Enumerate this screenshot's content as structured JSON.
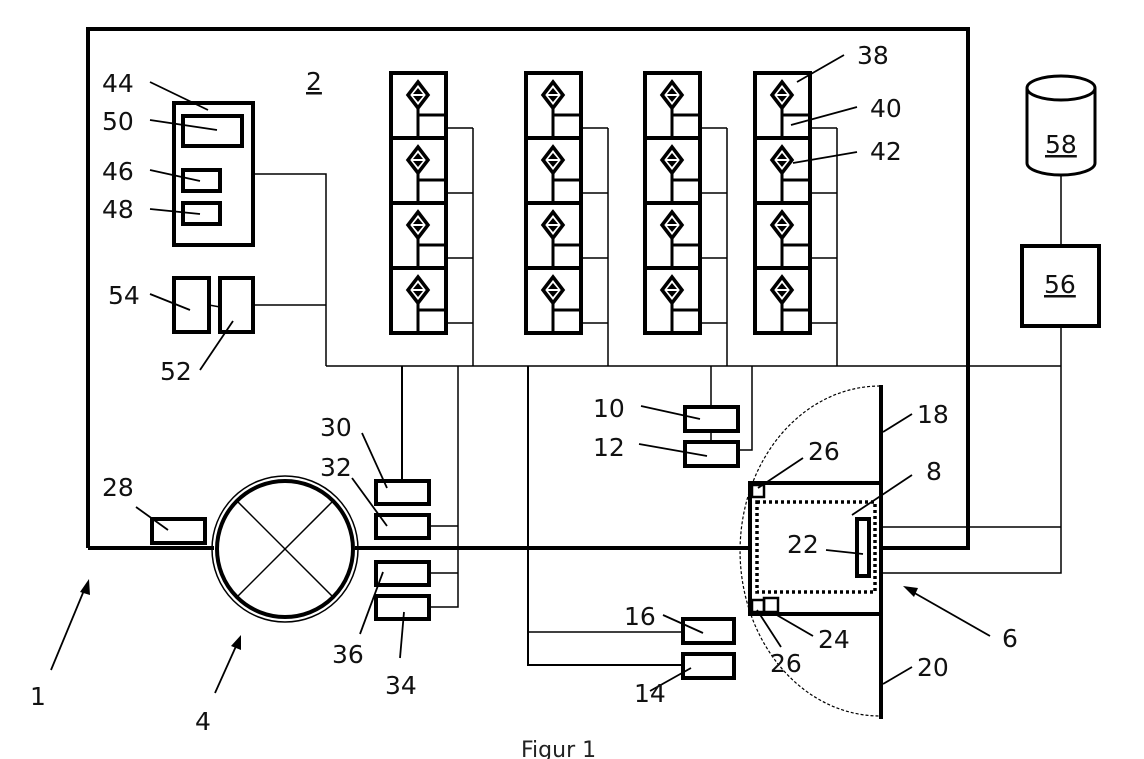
{
  "figure": {
    "caption": "Figur 1",
    "reference_numerals": {
      "system": "1",
      "room": "2",
      "door": "4",
      "lock_unit": "6",
      "panel": "8",
      "n10": "10",
      "n12": "12",
      "n14": "14",
      "n16": "16",
      "wall_upper": "18",
      "wall_lower": "20",
      "n22": "22",
      "n24": "24",
      "n26_top": "26",
      "n26_bottom": "26",
      "n28": "28",
      "n30": "30",
      "n32": "32",
      "n34": "34",
      "n36": "36",
      "cabinet": "38",
      "compartment": "40",
      "indicator": "42",
      "controller": "44",
      "n46": "46",
      "n48": "48",
      "n50": "50",
      "n52": "52",
      "n54": "54",
      "server": "56",
      "database": "58"
    },
    "cabinet_columns": 4,
    "compartments_per_column": 4,
    "icons": {
      "compartment_indicator": "diamond-up-down-arrow-icon",
      "door": "circle-cross-door-icon",
      "database": "cylinder-database-icon"
    }
  }
}
